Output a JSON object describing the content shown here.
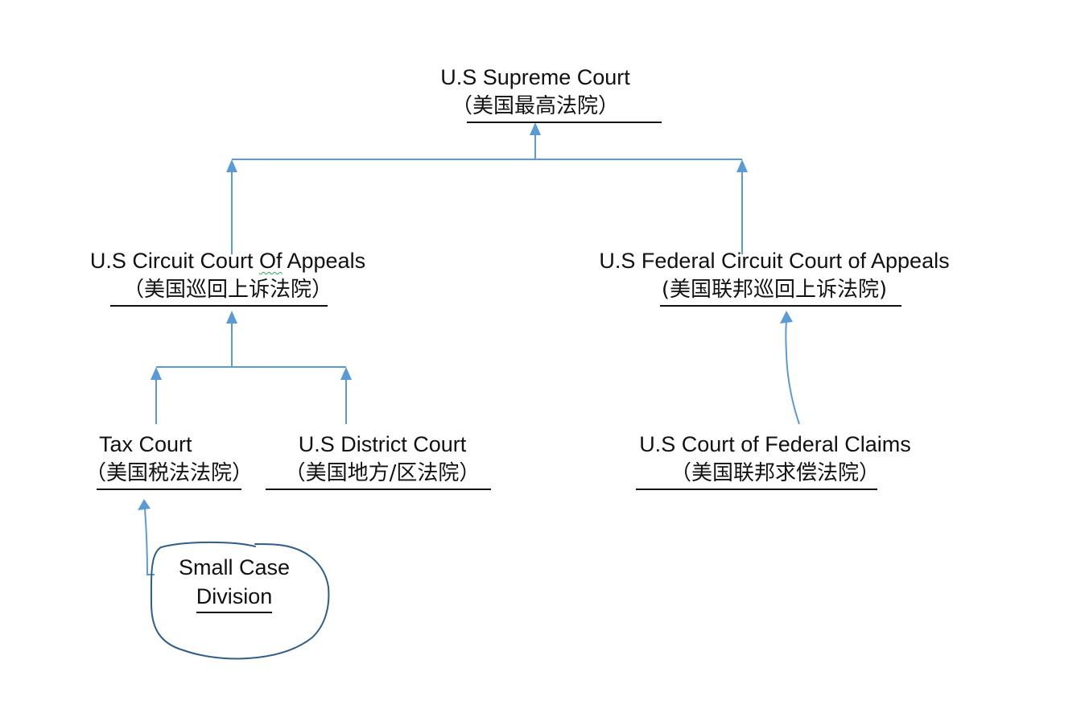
{
  "nodes": {
    "supreme": {
      "en": "U.S Supreme Court",
      "zh": "（美国最高法院）"
    },
    "circuit": {
      "en_before": "U.S Circuit Court ",
      "en_flag": "Of",
      "en_after": " Appeals",
      "zh": "（美国巡回上诉法院）"
    },
    "federal_circuit": {
      "en": "U.S Federal Circuit Court of Appeals",
      "zh": "(美国联邦巡回上诉法院)"
    },
    "tax": {
      "en": "Tax Court",
      "zh": "（美国税法法院）"
    },
    "district": {
      "en": "U.S District Court",
      "zh": "（美国地方/区法院）"
    },
    "claims": {
      "en": "U.S Court of Federal Claims",
      "zh": "（美国联邦求偿法院）"
    },
    "small_case": {
      "line1": "Small Case",
      "line2": "Division"
    }
  },
  "colors": {
    "arrow": "#5b9bd5",
    "ink": "#111111",
    "circle": "#2f5d8a",
    "spellcheck": "#2fa84f"
  }
}
